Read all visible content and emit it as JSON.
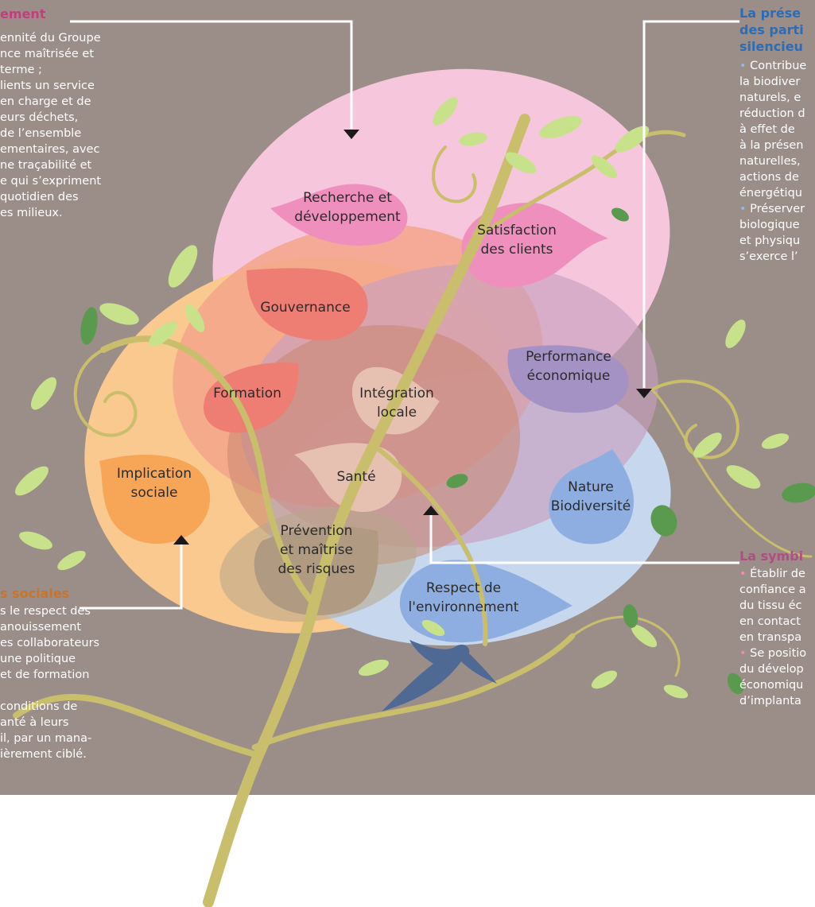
{
  "panels": {
    "top_left": {
      "heading": "ement",
      "lines": [
        "ennité du Groupe",
        "nce maîtrisée et",
        "terme ;",
        "lients un service",
        "en charge et de",
        "eurs déchets,",
        "de l’ensemble",
        "ementaires, avec",
        "ne traçabilité et",
        "e qui s’expriment",
        "quotidien des",
        "es milieux."
      ]
    },
    "top_right": {
      "heading_lines": [
        "La prése",
        "des parti",
        "silencieu"
      ],
      "lines": [
        {
          "bullet": "•",
          "text": " Contribue"
        },
        {
          "bullet": "",
          "text": "la biodiver"
        },
        {
          "bullet": "",
          "text": "naturels, e"
        },
        {
          "bullet": "",
          "text": "réduction d"
        },
        {
          "bullet": "",
          "text": "à effet de"
        },
        {
          "bullet": "",
          "text": "à la présen"
        },
        {
          "bullet": "",
          "text": "naturelles,"
        },
        {
          "bullet": "",
          "text": "actions de"
        },
        {
          "bullet": "",
          "text": "énergétiqu"
        },
        {
          "bullet": "•",
          "text": " Préserver"
        },
        {
          "bullet": "",
          "text": "biologique"
        },
        {
          "bullet": "",
          "text": "et physiqu"
        },
        {
          "bullet": "",
          "text": "s’exerce l’"
        }
      ]
    },
    "bottom_left": {
      "heading": "s sociales",
      "lines": [
        "s le respect des",
        "anouissement",
        "es collaborateurs",
        "une politique",
        "et de formation",
        "",
        "conditions de",
        "anté à leurs",
        "il, par un mana-",
        "ièrement ciblé."
      ]
    },
    "bottom_right": {
      "heading": "La symbi",
      "lines": [
        {
          "bullet": "•",
          "text": " Établir de"
        },
        {
          "bullet": "",
          "text": "confiance a"
        },
        {
          "bullet": "",
          "text": "du tissu éc"
        },
        {
          "bullet": "",
          "text": "en contact"
        },
        {
          "bullet": "",
          "text": "en transpa"
        },
        {
          "bullet": "•",
          "text": " Se positio"
        },
        {
          "bullet": "",
          "text": "du dévelop"
        },
        {
          "bullet": "",
          "text": "économiqu"
        },
        {
          "bullet": "",
          "text": "d’implanta"
        }
      ]
    }
  },
  "petals": [
    {
      "id": "recherche",
      "lines": [
        "Recherche et",
        "développement"
      ]
    },
    {
      "id": "satisfaction",
      "lines": [
        "Satisfaction",
        "des clients"
      ]
    },
    {
      "id": "gouvernance",
      "lines": [
        "Gouvernance"
      ]
    },
    {
      "id": "formation",
      "lines": [
        "Formation"
      ]
    },
    {
      "id": "integration",
      "lines": [
        "Intégration",
        "locale"
      ]
    },
    {
      "id": "sante",
      "lines": [
        "Santé"
      ]
    },
    {
      "id": "performance",
      "lines": [
        "Performance",
        "économique"
      ]
    },
    {
      "id": "implication",
      "lines": [
        "Implication",
        "sociale"
      ]
    },
    {
      "id": "nature",
      "lines": [
        "Nature",
        "Biodiversité"
      ]
    },
    {
      "id": "prevention",
      "lines": [
        "Prévention",
        "et maîtrise",
        "des risques"
      ]
    },
    {
      "id": "respect",
      "lines": [
        "Respect de",
        "l'environnement"
      ]
    }
  ],
  "colors": {
    "background": "#9b8e89",
    "ellipse_pink": "#f6c6dc",
    "ellipse_orange": "#f9c98f",
    "ellipse_blue": "#c6d7ee",
    "ellipse_purple": "#c79fbf",
    "petal_pink": "#ee8fbe",
    "petal_red": "#ee7d73",
    "petal_orange": "#f7a556",
    "petal_beige": "#e6c1b2",
    "petal_blue": "#8eaee2",
    "petal_violet": "#a592c5",
    "leaf_green": "#c8e28c",
    "leaf_dark": "#5a9a4f",
    "vine": "#c9be6c"
  }
}
